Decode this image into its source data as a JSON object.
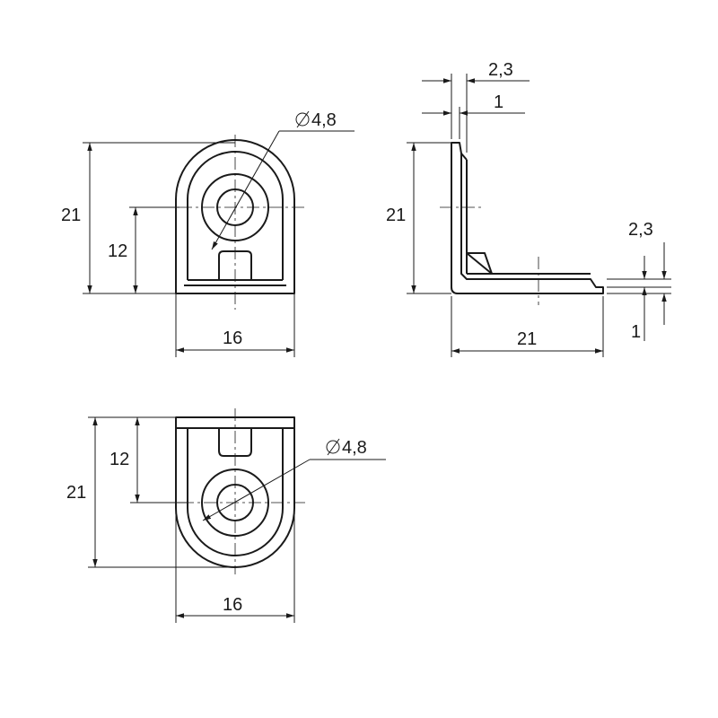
{
  "views": {
    "top_view": {
      "height_total": "21",
      "height_hole": "12",
      "width": "16",
      "hole_diameter": "4,8"
    },
    "side_view": {
      "thickness_outer": "2,3",
      "thickness_inner": "1",
      "height": "21",
      "length": "21",
      "base_thickness": "2,3",
      "base_inner": "1"
    },
    "bottom_view": {
      "height_total": "21",
      "height_hole": "12",
      "width": "16",
      "hole_diameter": "4,8"
    }
  },
  "icons": {
    "diameter_symbol": "diameter-icon"
  }
}
